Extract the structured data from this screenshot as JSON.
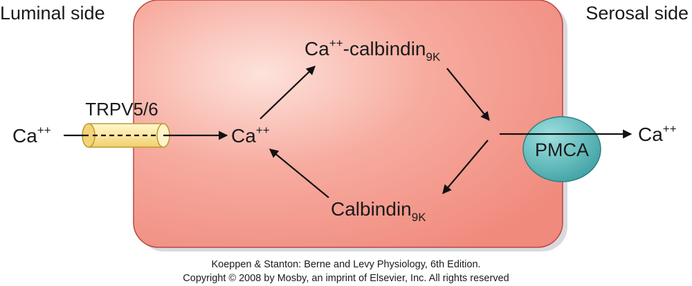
{
  "labels": {
    "luminal_side": "Luminal side",
    "serosal_side": "Serosal side"
  },
  "channel": {
    "name": "TRPV5/6"
  },
  "pump": {
    "name": "PMCA"
  },
  "ions": {
    "ca_luminal": {
      "base": "Ca",
      "sup": "++"
    },
    "ca_cytosol": {
      "base": "Ca",
      "sup": "++"
    },
    "ca_serosal": {
      "base": "Ca",
      "sup": "++"
    }
  },
  "complex": {
    "base": "Ca",
    "sup": "++",
    "rest": "-calbindin",
    "sub": "9K"
  },
  "free_protein": {
    "base": "Calbindin",
    "sub": "9K"
  },
  "credits": {
    "line1": "Koeppen & Stanton: Berne and Levy Physiology, 6th Edition.",
    "line2": "Copyright © 2008 by Mosby, an imprint of Elsevier, Inc. All rights reserved"
  },
  "colors": {
    "cell_fill": "#f3968a",
    "cell_border": "#b8473f",
    "pump_fill": "#4fb3b3",
    "channel_fill": "#fbe9a6"
  }
}
